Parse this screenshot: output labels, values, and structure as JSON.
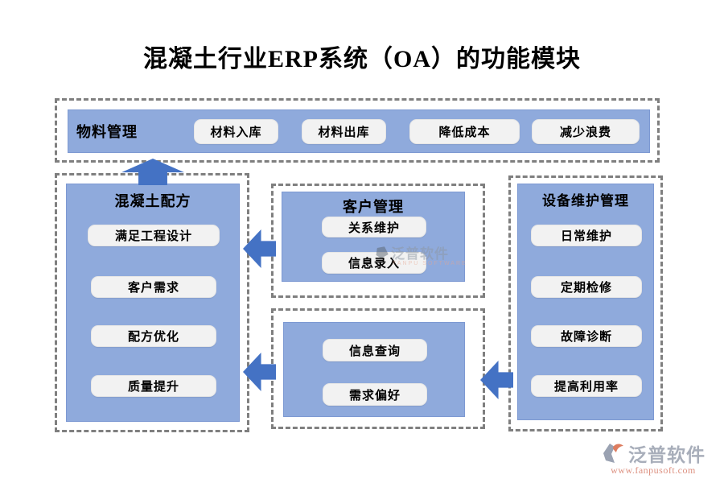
{
  "title": "混凝土行业ERP系统（OA）的功能模块",
  "colors": {
    "box_fill": "#8faadc",
    "arrow": "#4472c4",
    "pill_fill": "#f2f2f2",
    "dashed_border": "#7f7f7f",
    "logo_gray": "#a8aeba",
    "logo_orange": "#dd9181"
  },
  "top_bar": {
    "label": "物料管理",
    "items": [
      "材料入库",
      "材料出库",
      "降低成本",
      "减少浪费"
    ]
  },
  "left_box": {
    "title": "混凝土配方",
    "items": [
      "满足工程设计",
      "客户需求",
      "配方优化",
      "质量提升"
    ]
  },
  "middle_top_box": {
    "title": "客户管理",
    "items": [
      "关系维护",
      "信息录入"
    ]
  },
  "middle_bottom_box": {
    "items": [
      "信息查询",
      "需求偏好"
    ]
  },
  "right_box": {
    "title": "设备维护管理",
    "items": [
      "日常维护",
      "定期检修",
      "故障诊断",
      "提高利用率"
    ]
  },
  "center_watermark": {
    "text": "泛普软件",
    "subtext": "FANPU SOFTWARE"
  },
  "footer_logo": {
    "name": "泛普软件",
    "url": "www.fanpusoft.com"
  }
}
